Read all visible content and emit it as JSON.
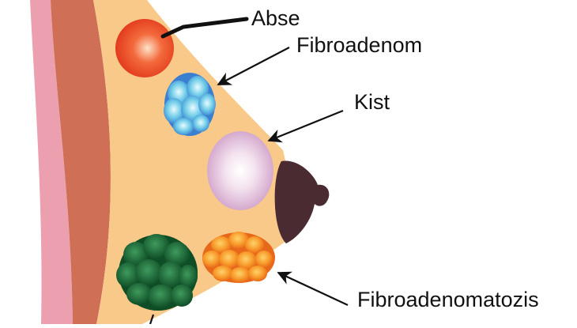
{
  "labels": {
    "abse": "Abse",
    "fibroadenom": "Fibroadenom",
    "kist": "Kist",
    "fibroadenomatozis": "Fibroadenomatozis"
  },
  "colors": {
    "skin": "#f9c98a",
    "chest_wall_pink": "#ec9fae",
    "muscle": "#cf6f55",
    "nipple": "#4a2b31",
    "abscess": "#f0502b",
    "fibroadenoma": "#6fb6ea",
    "cyst": "#e4b8dc",
    "fibroadenomatosis_green": "#1c6a3a",
    "fibroadenomatosis_orange": "#f5831f",
    "arrow": "#111111"
  }
}
